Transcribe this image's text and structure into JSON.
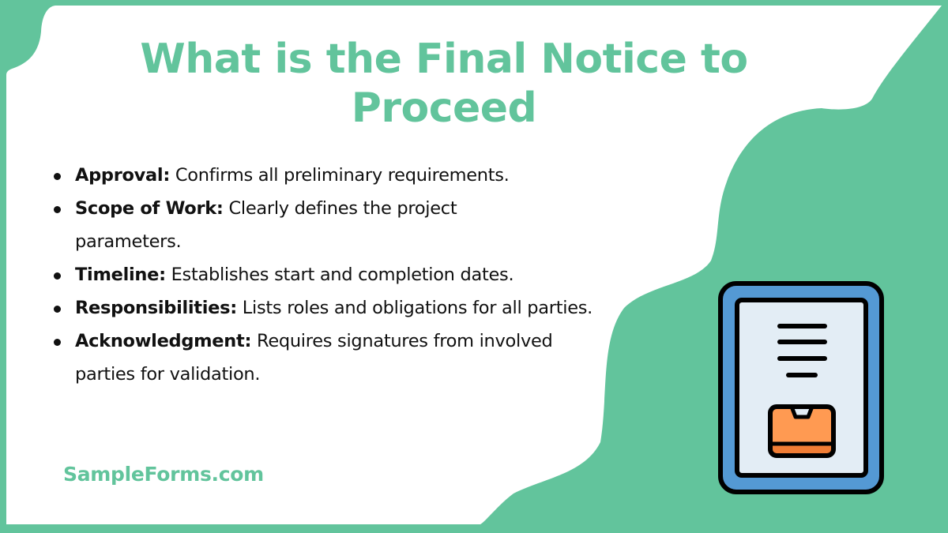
{
  "title": {
    "line1": "What is the Final Notice to",
    "line2": "Proceed"
  },
  "bullets": [
    {
      "term": "Approval:",
      "text": " Confirms all preliminary requirements."
    },
    {
      "term": "Scope of Work:",
      "text": " Clearly defines the project parameters."
    },
    {
      "term": "Timeline:",
      "text": " Establishes start and completion dates."
    },
    {
      "term": "Responsibilities:",
      "text": " Lists roles and obligations for all parties."
    },
    {
      "term": "Acknowledgment:",
      "text": " Requires signatures from involved parties for validation."
    }
  ],
  "brand": "SampleForms.com",
  "illustration": {
    "icon": "tablet-document-box-icon"
  },
  "colors": {
    "accent_green": "#62c49c",
    "text": "#111111",
    "background": "#ffffff",
    "tablet_frame_blue": "#5499d4",
    "screen_light": "#e3edf5",
    "box_orange": "#ff9a52",
    "box_orange_dark": "#f07d35",
    "outline": "#000000"
  }
}
